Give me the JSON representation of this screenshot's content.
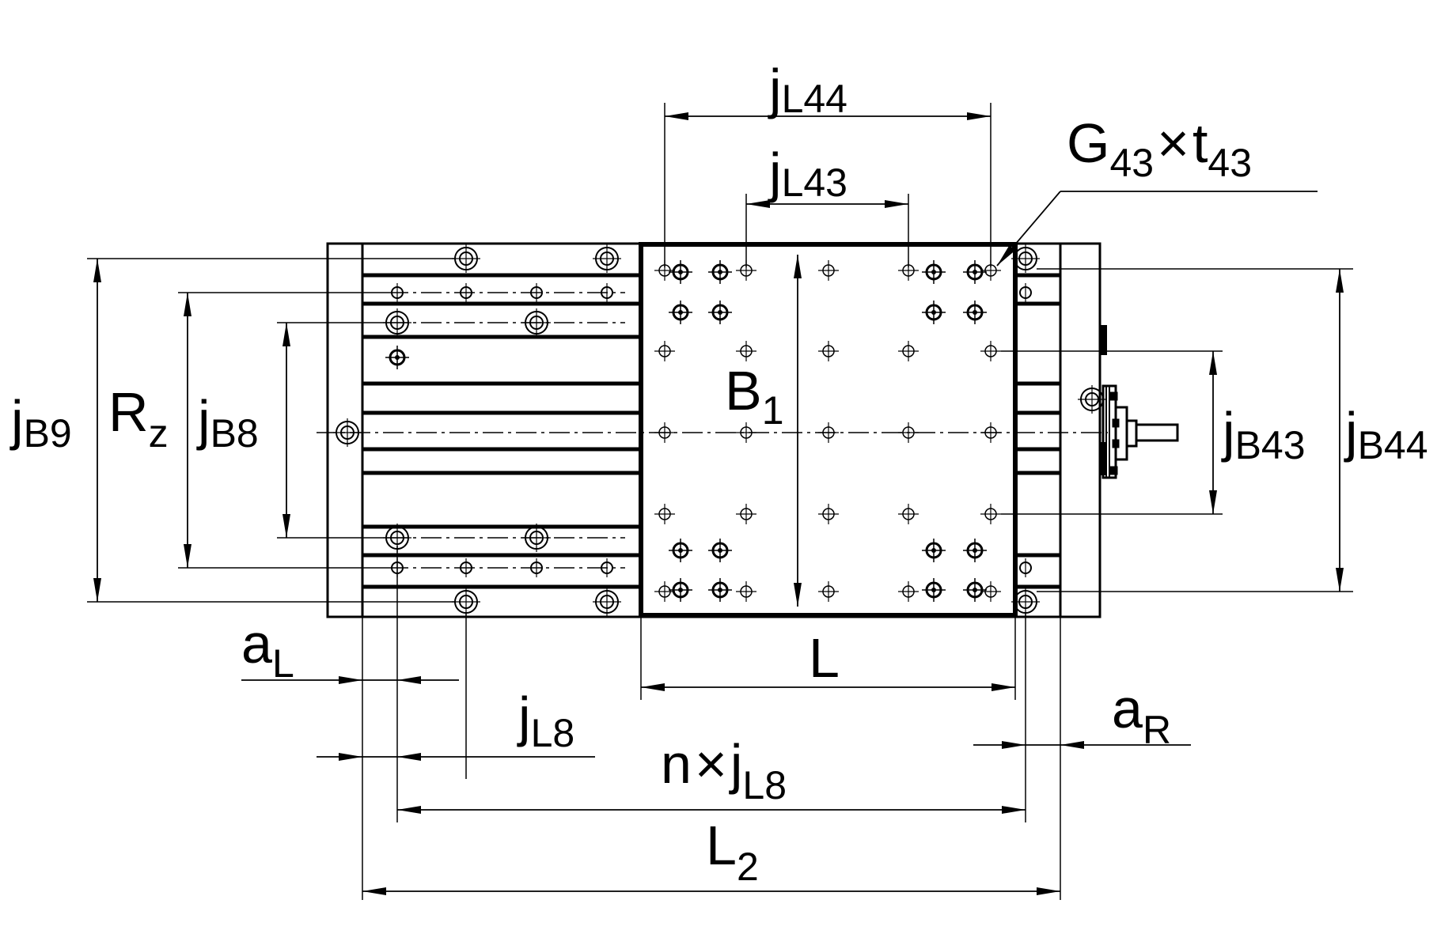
{
  "labels": {
    "jL44": {
      "main": "j",
      "sub": "L44"
    },
    "jL43": {
      "main": "j",
      "sub": "L43"
    },
    "G43t43": {
      "main1": "G",
      "sub1": "43",
      "times": "×",
      "main2": "t",
      "sub2": "43"
    },
    "B1": {
      "main": "B",
      "sub": "1"
    },
    "jB9": {
      "main": "j",
      "sub": "B9"
    },
    "Rz": {
      "main": "R",
      "sub": "z"
    },
    "jB8": {
      "main": "j",
      "sub": "B8"
    },
    "jB43": {
      "main": "j",
      "sub": "B43"
    },
    "jB44": {
      "main": "j",
      "sub": "B44"
    },
    "aL": {
      "main": "a",
      "sub": "L"
    },
    "L": {
      "main": "L"
    },
    "jL8": {
      "main": "j",
      "sub": "L8"
    },
    "aR": {
      "main": "a",
      "sub": "R"
    },
    "njL8": {
      "pre": "n",
      "times": "×",
      "main": "j",
      "sub": "L8"
    },
    "L2": {
      "main": "L",
      "sub": "2"
    }
  }
}
